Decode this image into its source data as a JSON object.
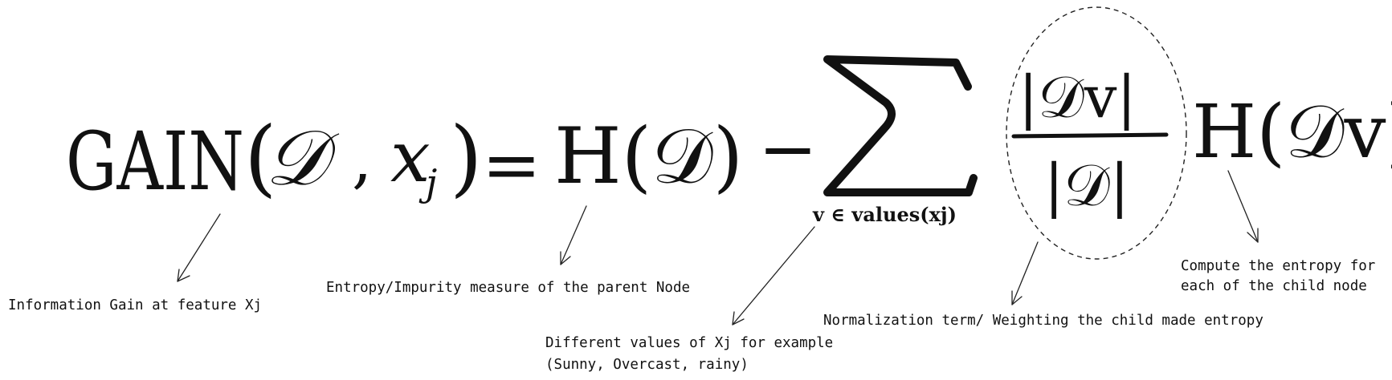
{
  "formula": {
    "gain": "GAIN",
    "open_paren": "(",
    "dataset_symbol": "𝒟",
    "comma": ",",
    "feature_var": "x",
    "feature_sub": "j",
    "close_paren": ")",
    "equals": "=",
    "entropy_parent": "H(𝒟)",
    "minus": "−",
    "sum_subscript": "v ∈ values(xj)",
    "fraction_numerator": "|𝒟v|",
    "fraction_denominator": "|𝒟|",
    "entropy_child": "H(𝒟v)"
  },
  "annotations": {
    "gain": "Information Gain at feature Xj",
    "parent_entropy": "Entropy/Impurity measure of the parent Node",
    "values_line1": "Different values of Xj for example",
    "values_line2": "(Sunny, Overcast, rainy)",
    "normalization": "Normalization term/ Weighting the child made entropy",
    "child_entropy_line1": "Compute the entropy for",
    "child_entropy_line2": "each of the child node"
  },
  "colors": {
    "ink": "#111111",
    "background": "#ffffff"
  }
}
